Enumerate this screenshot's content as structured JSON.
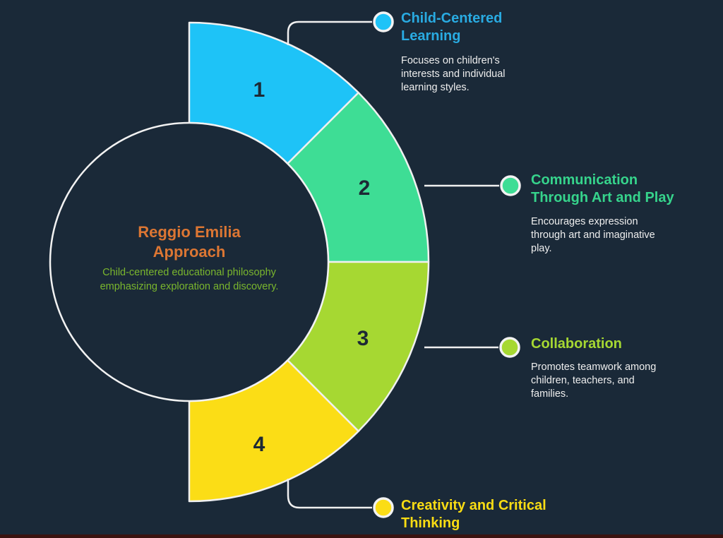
{
  "page": {
    "background": "#1a2938",
    "line_color": "#f0f0f0",
    "number_color": "#1d2935",
    "bottom_bar_color": "#3a1310"
  },
  "center": {
    "title": "Reggio Emilia Approach",
    "title_color": "#dc7633",
    "description": "Child-centered educational philosophy emphasizing exploration and discovery.",
    "description_color": "#7ab62d"
  },
  "sections": [
    {
      "number": "1",
      "color": "#1ec3f7",
      "title": "Child-Centered Learning",
      "title_color": "#29abe2",
      "description": "Focuses on children's interests and individual learning styles.",
      "description_color": "#eeeeee"
    },
    {
      "number": "2",
      "color": "#3edd95",
      "title": "Communication Through Art and Play",
      "title_color": "#36d48c",
      "description": "Encourages expression through art and imaginative play.",
      "description_color": "#eeeeee"
    },
    {
      "number": "3",
      "color": "#a6d832",
      "title": "Collaboration",
      "title_color": "#a6d832",
      "description": "Promotes teamwork among children, teachers, and families.",
      "description_color": "#eeeeee"
    },
    {
      "number": "4",
      "color": "#fbdd16",
      "title": "Creativity and Critical Thinking",
      "title_color": "#f9dc13",
      "description": "",
      "description_color": "#eeeeee"
    }
  ]
}
